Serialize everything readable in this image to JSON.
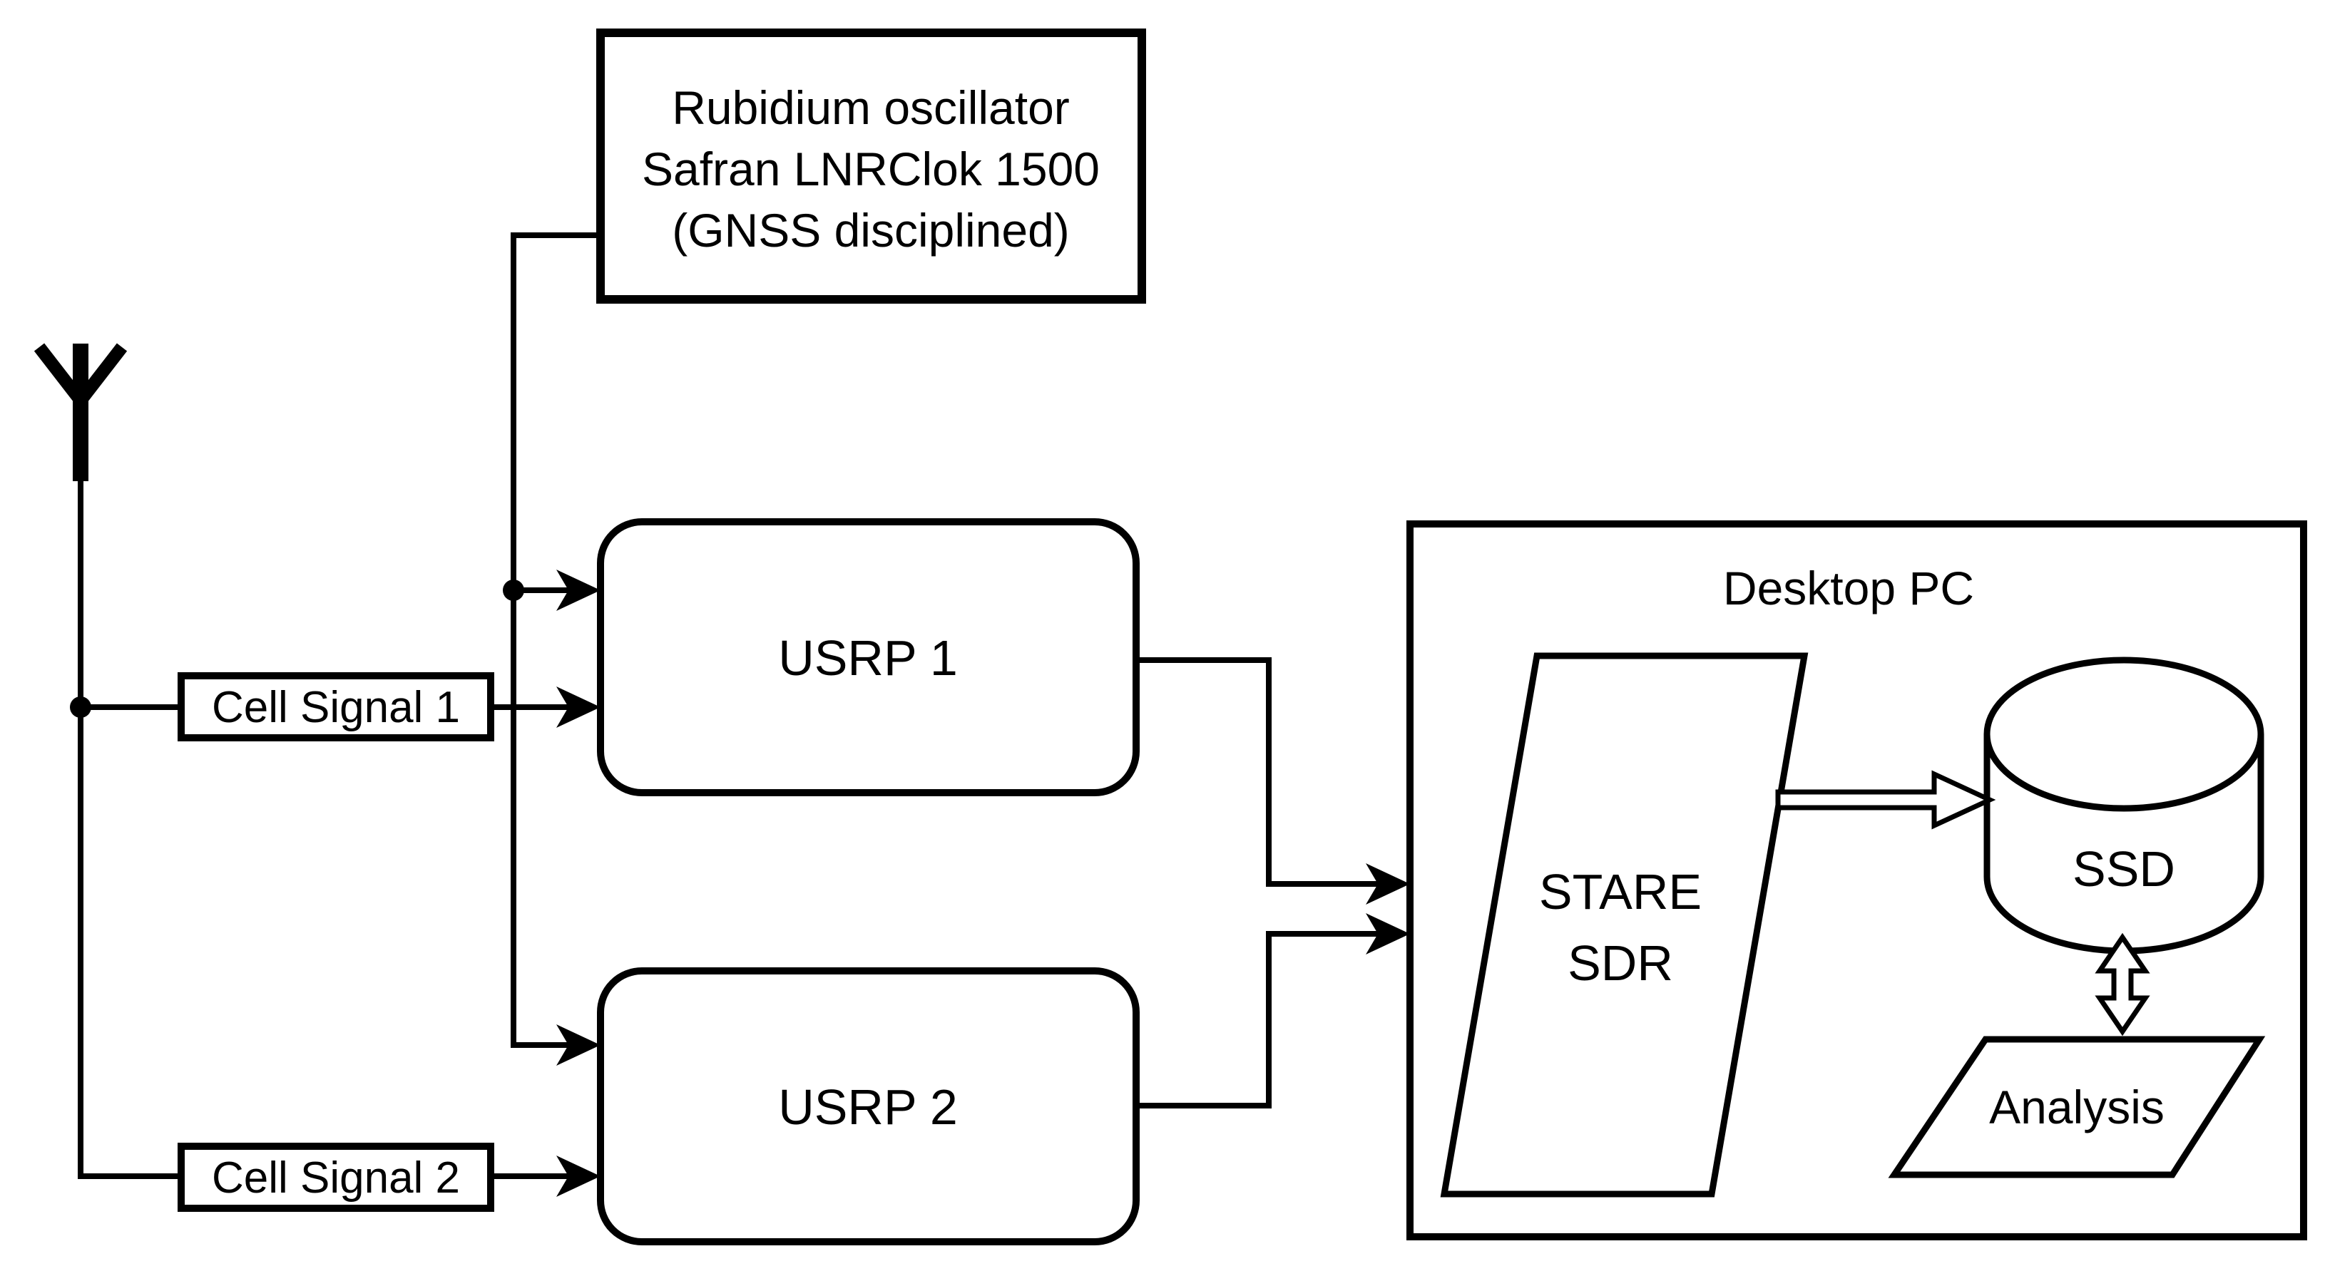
{
  "diagram": {
    "title": "STARE SDR dual-USRP measurement setup block diagram",
    "colors": {
      "stroke": "#000000",
      "background": "#ffffff"
    },
    "nodes": {
      "rubidium": {
        "lines": [
          "Rubidium oscillator",
          "Safran LNRClok 1500",
          "(GNSS disciplined)"
        ]
      },
      "cell_signal_1": {
        "label": "Cell Signal 1"
      },
      "cell_signal_2": {
        "label": "Cell Signal 2"
      },
      "usrp1": {
        "label": "USRP 1"
      },
      "usrp2": {
        "label": "USRP 2"
      },
      "desktop_pc": {
        "label": "Desktop PC"
      },
      "stare_sdr": {
        "lines": [
          "STARE",
          "SDR"
        ]
      },
      "ssd": {
        "label": "SSD"
      },
      "analysis": {
        "label": "Analysis"
      }
    }
  }
}
